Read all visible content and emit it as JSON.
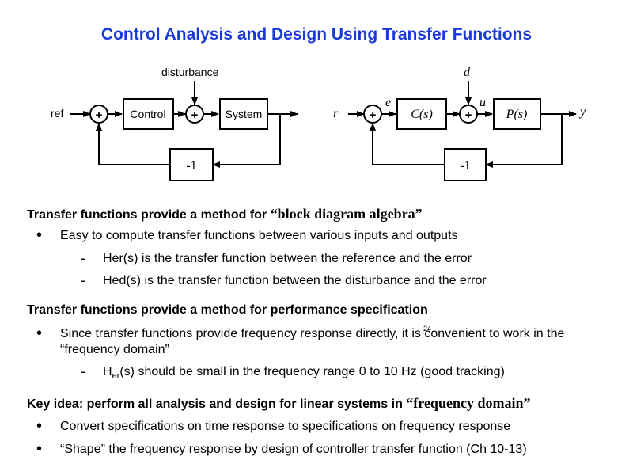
{
  "title": "Control Analysis and Design Using Transfer Functions",
  "left_diagram": {
    "input": "ref",
    "disturbance": "disturbance",
    "controller": "Control",
    "plant": "System",
    "feedback_gain": "-1",
    "sum_sign": "+"
  },
  "right_diagram": {
    "input": "r",
    "output": "y",
    "error": "e",
    "control": "u",
    "disturbance": "d",
    "controller": "C(s)",
    "plant": "P(s)",
    "feedback_gain": "-1",
    "sum_sign": "+"
  },
  "page_number": "24",
  "sections": [
    {
      "heading_pre": "Transfer functions provide a method for ",
      "heading_quote": "“block diagram algebra”",
      "bullets": [
        "Easy to compute transfer functions between various inputs and outputs"
      ],
      "dashes": [
        "Her(s) is the transfer function between the reference and the error",
        "Hed(s) is the transfer function between the disturbance and the error"
      ]
    },
    {
      "heading": "Transfer functions provide a method for performance specification",
      "bullets": [
        "Since transfer functions provide frequency response directly, it is convenient to work in the “frequency domain”"
      ],
      "dash_main": "H",
      "dash_sub": "er",
      "dash_rest": "(s) should be small in the frequency range 0 to 10 Hz (good tracking)"
    },
    {
      "heading_pre": "Key idea: perform all analysis and design for linear systems in ",
      "heading_quote": "“frequency domain”",
      "bullets": [
        "Convert specifications on time response to specifications on frequency response",
        "“Shape” the frequency response by design of controller transfer function (Ch 10-13)"
      ]
    }
  ]
}
